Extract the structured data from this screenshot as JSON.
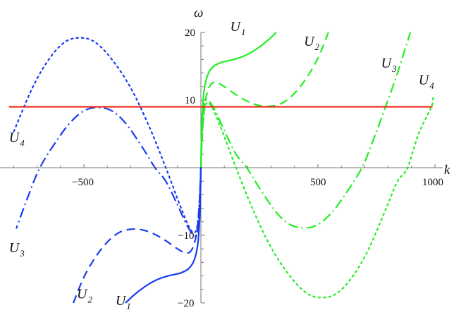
{
  "chart_data": {
    "type": "line",
    "title": "",
    "xlabel": "k",
    "ylabel": "ω",
    "xlim": [
      -825,
      1000
    ],
    "ylim": [
      -20,
      20
    ],
    "x_ticks": [
      -500,
      500,
      1000
    ],
    "y_ticks": [
      -20,
      -10,
      10,
      20
    ],
    "grid": false,
    "colors": {
      "positive": "#22ee22",
      "negative": "#1a3cf0",
      "reference": "#ee2211",
      "axis": "#777777"
    },
    "reference_line": {
      "name": "horizontal line",
      "omega": 9,
      "k_range": [
        -820,
        990
      ]
    },
    "series": [
      {
        "name": "U1",
        "branch": "positive",
        "style": "solid",
        "points": [
          [
            0,
            0
          ],
          [
            2,
            4
          ],
          [
            6,
            8
          ],
          [
            14,
            11.5
          ],
          [
            30,
            13.8
          ],
          [
            55,
            15
          ],
          [
            90,
            15.6
          ],
          [
            140,
            16
          ],
          [
            190,
            16.6
          ],
          [
            240,
            17.6
          ],
          [
            285,
            18.8
          ],
          [
            322,
            20
          ]
        ]
      },
      {
        "name": "U2",
        "branch": "positive",
        "style": "dashed",
        "points": [
          [
            0,
            0
          ],
          [
            8,
            6
          ],
          [
            20,
            10
          ],
          [
            40,
            12.2
          ],
          [
            65,
            12.6
          ],
          [
            100,
            12
          ],
          [
            150,
            10.8
          ],
          [
            200,
            9.8
          ],
          [
            250,
            9.2
          ],
          [
            300,
            9.1
          ],
          [
            350,
            9.6
          ],
          [
            400,
            11
          ],
          [
            450,
            13.2
          ],
          [
            500,
            16.2
          ],
          [
            545,
            20
          ]
        ]
      },
      {
        "name": "U3",
        "branch": "positive",
        "style": "dashdot",
        "points": [
          [
            0,
            0
          ],
          [
            6,
            6
          ],
          [
            15,
            9.5
          ],
          [
            30,
            10
          ],
          [
            60,
            8.5
          ],
          [
            100,
            5.5
          ],
          [
            150,
            2
          ],
          [
            196,
            0
          ],
          [
            250,
            -3
          ],
          [
            320,
            -6.5
          ],
          [
            380,
            -8.4
          ],
          [
            443,
            -8.9
          ],
          [
            500,
            -8.4
          ],
          [
            560,
            -6.6
          ],
          [
            620,
            -3.8
          ],
          [
            688,
            0
          ],
          [
            740,
            4.4
          ],
          [
            789,
            9
          ],
          [
            840,
            14
          ],
          [
            895,
            20
          ]
        ]
      },
      {
        "name": "U4",
        "branch": "positive",
        "style": "dotted",
        "points": [
          [
            0,
            0
          ],
          [
            6,
            5
          ],
          [
            15,
            8.5
          ],
          [
            28,
            9.6
          ],
          [
            50,
            8.8
          ],
          [
            90,
            5.5
          ],
          [
            150,
            0
          ],
          [
            220,
            -6
          ],
          [
            300,
            -11.8
          ],
          [
            380,
            -16
          ],
          [
            450,
            -18.5
          ],
          [
            512,
            -19.2
          ],
          [
            580,
            -18.6
          ],
          [
            650,
            -16
          ],
          [
            720,
            -11.8
          ],
          [
            800,
            -5.3
          ],
          [
            840,
            -2
          ],
          [
            883,
            0
          ],
          [
            930,
            5
          ],
          [
            985,
            9
          ],
          [
            992,
            10.5
          ]
        ]
      },
      {
        "name": "U1",
        "branch": "negative",
        "style": "solid",
        "mirror_of": "U1 positive"
      },
      {
        "name": "U2",
        "branch": "negative",
        "style": "dashed",
        "mirror_of": "U2 positive"
      },
      {
        "name": "U3",
        "branch": "negative",
        "style": "dashdot",
        "mirror_of": "U3 positive"
      },
      {
        "name": "U4",
        "branch": "negative",
        "style": "dotted",
        "mirror_of": "U4 positive"
      }
    ],
    "annotations": [
      {
        "text": "U",
        "sub": "1",
        "k": 125,
        "omega": 20.2
      },
      {
        "text": "U",
        "sub": "2",
        "k": 440,
        "omega": 18.0
      },
      {
        "text": "U",
        "sub": "3",
        "k": 770,
        "omega": 14.8
      },
      {
        "text": "U",
        "sub": "4",
        "k": 930,
        "omega": 12.3
      },
      {
        "text": "U",
        "sub": "4",
        "k": -820,
        "omega": 3.8
      },
      {
        "text": "U",
        "sub": "3",
        "k": -820,
        "omega": -12.5
      },
      {
        "text": "U",
        "sub": "2",
        "k": -530,
        "omega": -19.3
      },
      {
        "text": "U",
        "sub": "1",
        "k": -365,
        "omega": -20.3
      }
    ]
  },
  "axes": {
    "x_label": "k",
    "y_label": "ω",
    "x_tick_labels": [
      "-500",
      "500",
      "1000"
    ],
    "y_tick_labels": [
      "20",
      "10",
      "-10",
      "-20"
    ]
  }
}
